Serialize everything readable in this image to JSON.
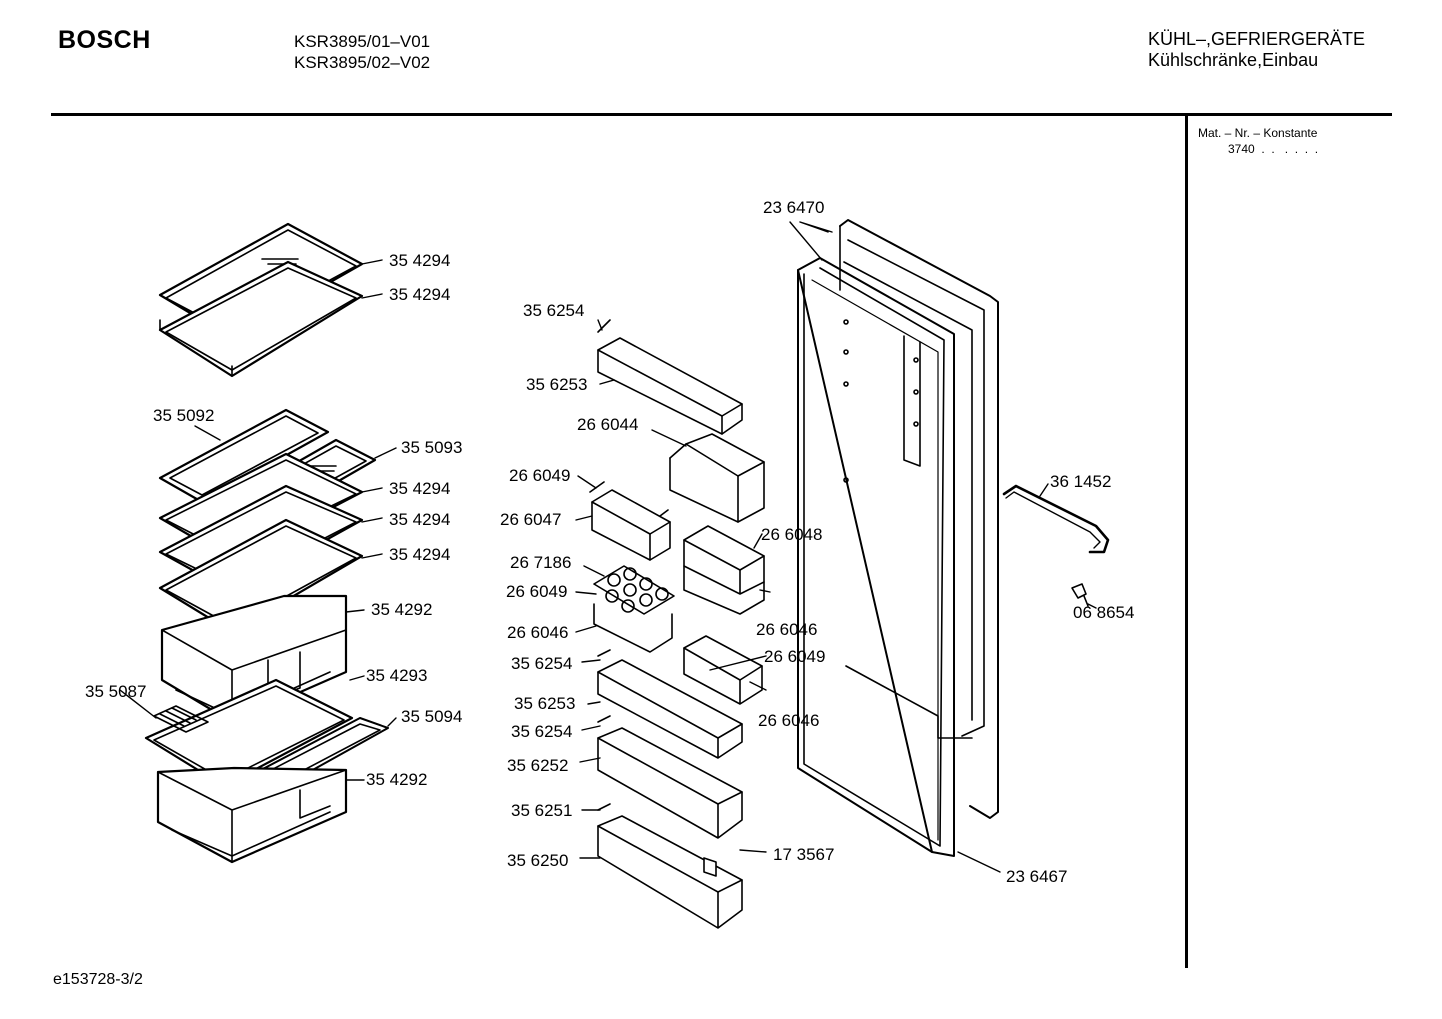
{
  "header": {
    "brand": "BOSCH",
    "models": [
      "KSR3895/01–V01",
      "KSR3895/02–V02"
    ],
    "category": "KÜHL–,GEFRIERGERÄTE",
    "subcategory": "Kühlschränke,Einbau"
  },
  "sidebar": {
    "mat_title": "Mat. – Nr. – Konstante",
    "mat_value": "3740  .  .   .  .  .  ."
  },
  "footer": {
    "doc_id": "e153728-3/2"
  },
  "parts": [
    "35 4294",
    "35 4294",
    "35 5092",
    "35 5093",
    "35 4294",
    "35 4294",
    "35 4294",
    "35 4292",
    "35 4293",
    "35 5087",
    "35 5094",
    "35 4292",
    "35 6254",
    "35 6253",
    "26 6044",
    "26 6049",
    "26 6047",
    "26 7186",
    "26 6049",
    "26 6046",
    "35 6254",
    "35 6253",
    "35 6254",
    "35 6252",
    "35 6251",
    "35 6250",
    "26 6048",
    "26 6046",
    "26 6049",
    "26 6046",
    "17 3567",
    "23 6470",
    "36 1452",
    "06 8654",
    "23 6467"
  ]
}
